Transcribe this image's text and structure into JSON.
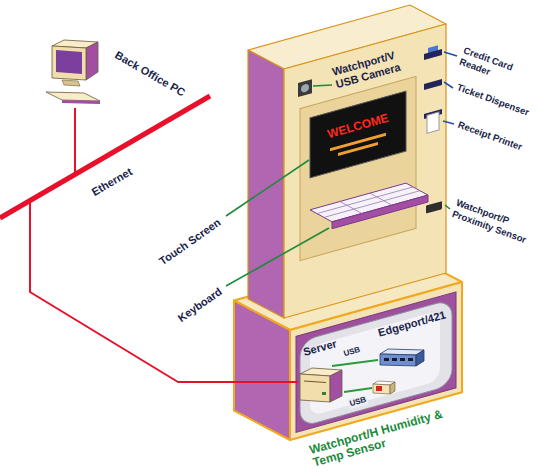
{
  "diagram": {
    "nodes": [
      {
        "text": [
          "Back Office PC"
        ]
      },
      {
        "text": [
          "Server"
        ]
      },
      {
        "text": [
          "Edgeport/421"
        ]
      },
      {
        "text": [
          "Watchport/H Humidity & Temp Sensor"
        ]
      }
    ],
    "edges": [
      {
        "from": 0,
        "to": 1,
        "label": "Ethernet",
        "arrow": "none"
      },
      {
        "from": 1,
        "to": 2,
        "label": "USB",
        "arrow": "none"
      },
      {
        "from": 1,
        "to": 3,
        "label": "USB",
        "arrow": "none"
      }
    ],
    "labels": [
      "Watchport/V USB Camera",
      "Credit Card Reader",
      "Ticket Dispenser",
      "WELCOME",
      "Receipt Printer",
      "Touch Screen",
      "Watchport/P Proximity Sensor",
      "Keyboard"
    ]
  }
}
